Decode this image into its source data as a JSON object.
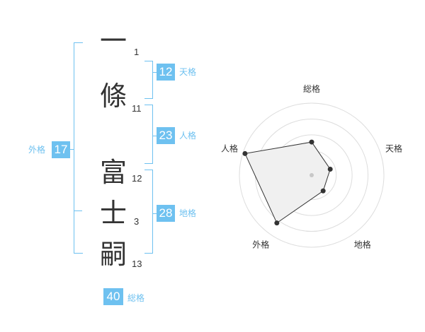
{
  "name_chars": [
    {
      "char": "一",
      "strokes": "1"
    },
    {
      "char": "條",
      "strokes": "11"
    },
    {
      "char": "富",
      "strokes": "12"
    },
    {
      "char": "士",
      "strokes": "3"
    },
    {
      "char": "嗣",
      "strokes": "13"
    }
  ],
  "kaku": {
    "tenkaku": {
      "value": "12",
      "label": "天格"
    },
    "jinkaku": {
      "value": "23",
      "label": "人格"
    },
    "chikaku": {
      "value": "28",
      "label": "地格"
    },
    "gaikaku": {
      "value": "17",
      "label": "外格"
    },
    "soukaku": {
      "value": "40",
      "label": "総格"
    }
  },
  "colors": {
    "accent": "#6ec1f0",
    "text": "#333333",
    "polygon_fill": "#f0f0f0"
  },
  "chart_data": {
    "type": "radar",
    "axes": [
      "総格",
      "天格",
      "地格",
      "外格",
      "人格"
    ],
    "values": [
      0.46,
      0.27,
      0.27,
      0.82,
      0.97
    ],
    "rings": 4,
    "range": [
      0,
      1
    ]
  }
}
